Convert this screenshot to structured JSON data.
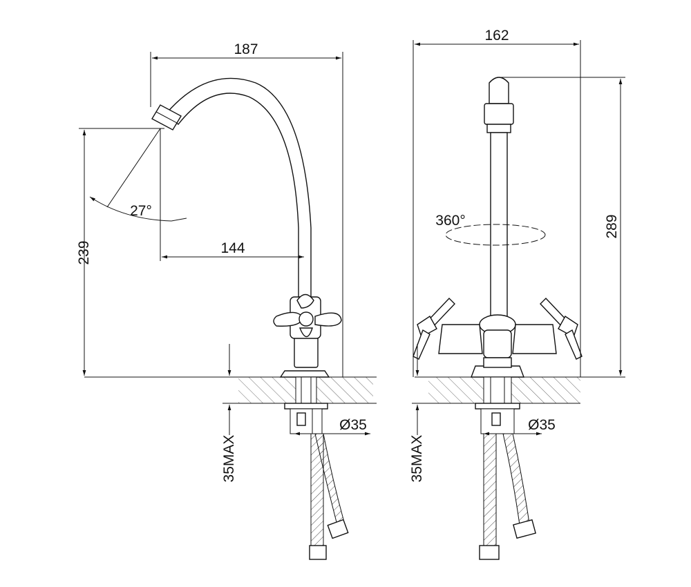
{
  "drawing": {
    "side_view": {
      "dim_width": "187",
      "dim_height": "239",
      "dim_reach": "144",
      "dim_angle": "27°",
      "dim_hole": "Ø35",
      "dim_counter": "35MAX"
    },
    "front_view": {
      "dim_width": "162",
      "dim_height": "289",
      "dim_rotation": "360°",
      "dim_hole": "Ø35",
      "dim_counter": "35MAX"
    }
  }
}
